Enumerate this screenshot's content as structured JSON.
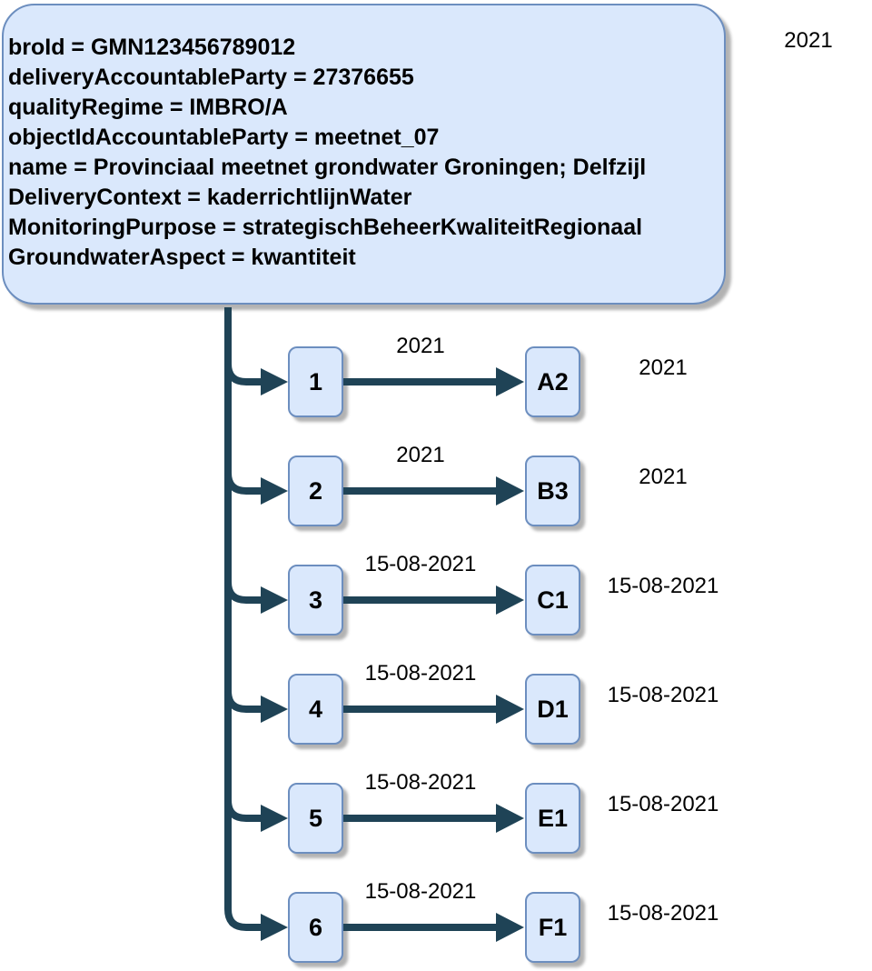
{
  "diagram": {
    "top_right_year": "2021",
    "gmn_box": {
      "lines": [
        "broId = GMN123456789012",
        "deliveryAccountableParty = 27376655",
        "qualityRegime = IMBRO/A",
        "objectIdAccountableParty = meetnet_07",
        "name = Provinciaal meetnet grondwater Groningen; Delfzijl",
        "DeliveryContext = kaderrichtlijnWater",
        "MonitoringPurpose = strategischBeheerKwaliteitRegionaal",
        "GroundwaterAspect = kwantiteit"
      ]
    },
    "rows": [
      {
        "node": "1",
        "target": "A2",
        "edge_label": "2021",
        "right_label": "2021"
      },
      {
        "node": "2",
        "target": "B3",
        "edge_label": "2021",
        "right_label": "2021"
      },
      {
        "node": "3",
        "target": "C1",
        "edge_label": "15-08-2021",
        "right_label": "15-08-2021"
      },
      {
        "node": "4",
        "target": "D1",
        "edge_label": "15-08-2021",
        "right_label": "15-08-2021"
      },
      {
        "node": "5",
        "target": "E1",
        "edge_label": "15-08-2021",
        "right_label": "15-08-2021"
      },
      {
        "node": "6",
        "target": "F1",
        "edge_label": "15-08-2021",
        "right_label": "15-08-2021"
      }
    ],
    "colors": {
      "box_fill": "#dae8fc",
      "box_border": "#6c8ebf",
      "connector": "#1f4356",
      "text": "#000000"
    }
  }
}
